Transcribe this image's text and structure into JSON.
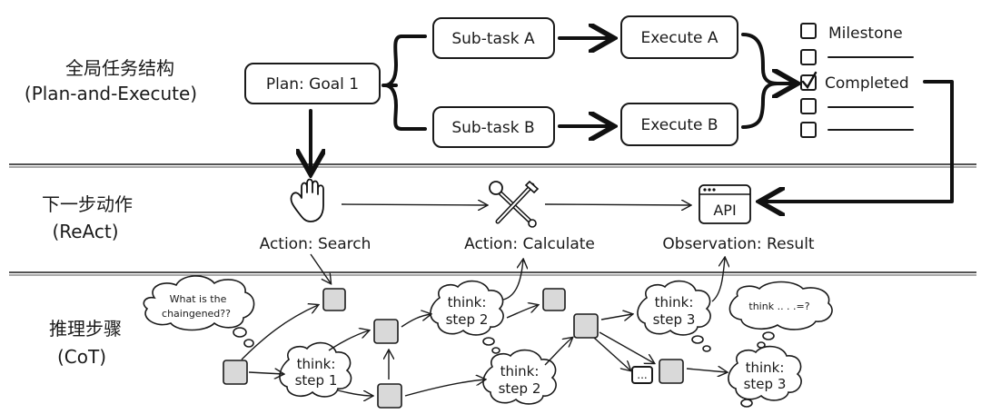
{
  "layers": [
    {
      "title": "全局任务结构",
      "subtitle": "(Plan-and-Execute)"
    },
    {
      "title": "下一步动作",
      "subtitle": "(ReAct)"
    },
    {
      "title": "推理步骤",
      "subtitle": "(CoT)"
    }
  ],
  "plan": {
    "goal": "Plan: Goal 1",
    "subtask_a": "Sub-task A",
    "subtask_b": "Sub-task B",
    "execute_a": "Execute A",
    "execute_b": "Execute B"
  },
  "checklist": {
    "milestone": "Milestone",
    "completed": "Completed"
  },
  "react": {
    "action_search": "Action: Search",
    "action_calculate": "Action: Calculate",
    "observation": "Observation: Result",
    "api_label": "API"
  },
  "cot": {
    "question_line1": "What is the",
    "question_line2": "chaingened??",
    "think_label": "think:",
    "step1": "step 1",
    "step2": "step 2",
    "step3": "step 3",
    "think_dots": "think .. . .=?",
    "ellipsis": "..."
  },
  "icons": {
    "hand": "raised-hand-icon",
    "tools": "wrench-screwdriver-icon",
    "api": "api-window-icon"
  }
}
